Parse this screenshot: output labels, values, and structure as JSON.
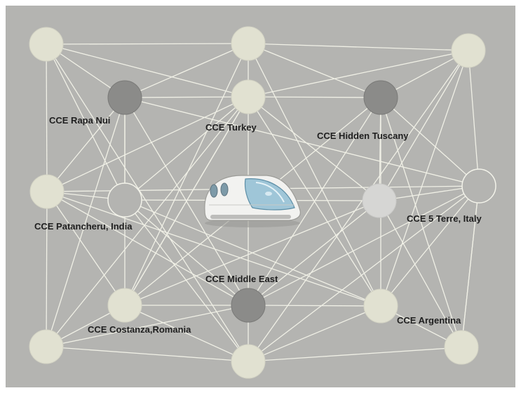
{
  "nodes": [
    {
      "id": "n1"
    },
    {
      "id": "n2"
    },
    {
      "id": "n3"
    },
    {
      "id": "rapa-nui",
      "label": "CCE Rapa Nui"
    },
    {
      "id": "turkey",
      "label": "CCE Turkey"
    },
    {
      "id": "hidden-tuscany",
      "label": "CCE Hidden Tuscany"
    },
    {
      "id": "n7"
    },
    {
      "id": "patancheru",
      "label": "CCE Patancheru, India"
    },
    {
      "id": "n9"
    },
    {
      "id": "five-terre",
      "label": "CCE 5 Terre, Italy"
    },
    {
      "id": "costanza",
      "label": "CCE Costanza,Romania"
    },
    {
      "id": "middle-east",
      "label": "CCE Middle East"
    },
    {
      "id": "argentina",
      "label": "CCE Argentina"
    },
    {
      "id": "n14"
    },
    {
      "id": "n15"
    },
    {
      "id": "n16"
    }
  ],
  "colors": {
    "background": "#b4b4b1",
    "node_light": "#e1e1d1",
    "node_dark": "#8b8b89",
    "node_hollow_fill": "#b4b4b1",
    "node_grey": "#d6d6d4",
    "edge": "#f0f0e6",
    "text": "#1f1f1f"
  },
  "center_icon": "high-speed-train-icon"
}
